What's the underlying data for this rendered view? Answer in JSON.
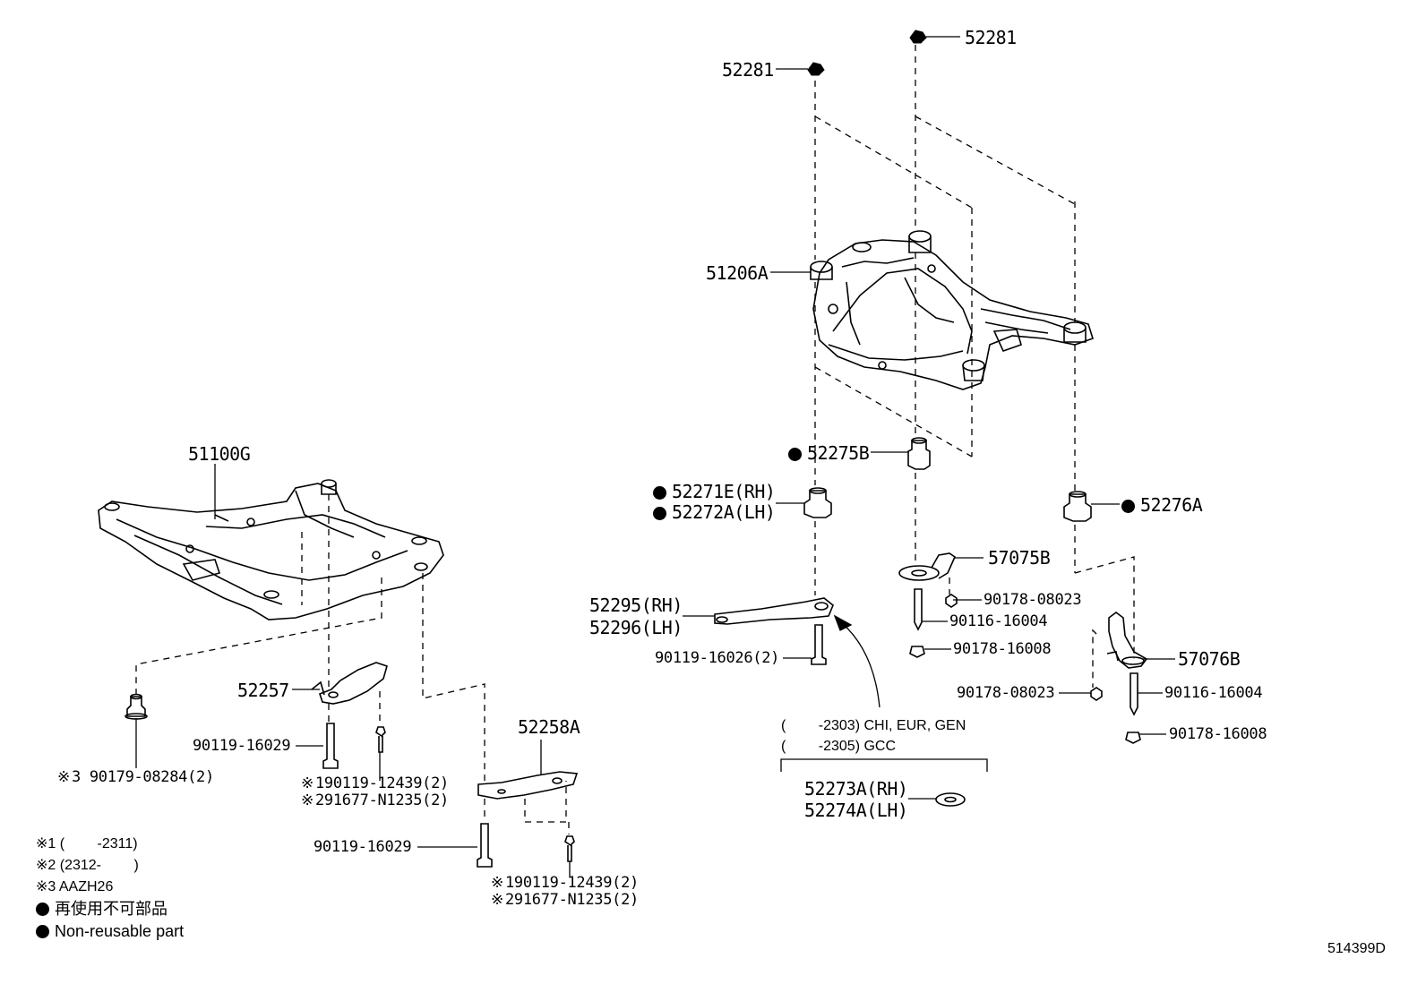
{
  "diagram_id": "514399D",
  "reference_mark": "※",
  "parts": {
    "p52281_top": "52281",
    "p52281_left": "52281",
    "p51206A": "51206A",
    "p52275B": "52275B",
    "p52271E": "52271E(RH)",
    "p52272A": "52272A(LH)",
    "p52276A": "52276A",
    "p57075B": "57075B",
    "p90178_08023_a": "90178-08023",
    "p90116_16004_a": "90116-16004",
    "p90178_16008_a": "90178-16008",
    "p52295": "52295(RH)",
    "p52296": "52296(LH)",
    "p90119_16026": "90119-16026(2)",
    "p57076B": "57076B",
    "p90178_08023_b": "90178-08023",
    "p90116_16004_b": "90116-16004",
    "p90178_16008_b": "90178-16008",
    "p52273A": "52273A(RH)",
    "p52274A": "52274A(LH)",
    "p51100G": "51100G",
    "p52257": "52257",
    "p90119_16029_a": "90119-16029",
    "p90179_08284": "90179-08284(2)",
    "p90119_12439_a": "90119-12439(2)",
    "p91677_N1235_a": "91677-N1235(2)",
    "p52258A": "52258A",
    "p90119_16029_b": "90119-16029",
    "p90119_12439_b": "90119-12439(2)",
    "p91677_N1235_b": "91677-N1235(2)"
  },
  "ref_numbers": {
    "r1": "1",
    "r2": "2",
    "r3": "3"
  },
  "applicability": {
    "line1": "(　　 -2303) CHI, EUR, GEN",
    "line2": "(　　 -2305) GCC"
  },
  "notes": {
    "n1": "※1 (　　 -2311)",
    "n2": "※2 (2312-　　 )",
    "n3": "※3 AAZH26"
  },
  "legend": {
    "jp": "再使用不可部品",
    "en": "Non-reusable part"
  },
  "colors": {
    "ink": "#000000",
    "background": "#ffffff"
  }
}
